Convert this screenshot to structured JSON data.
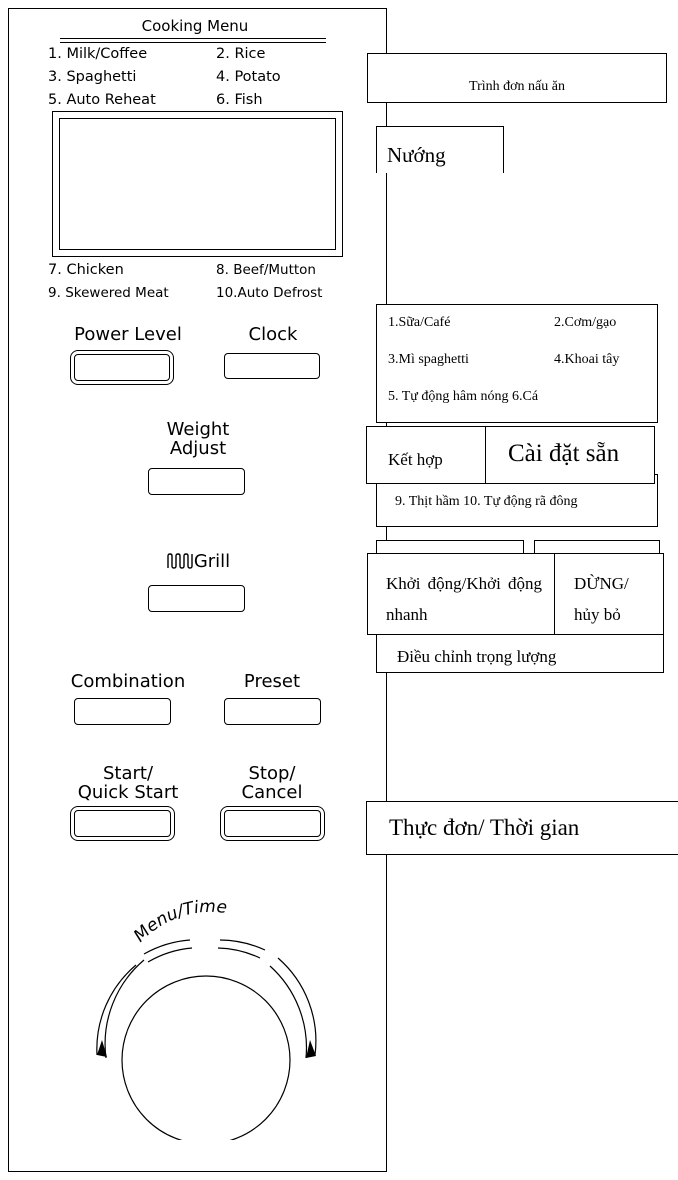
{
  "panel": {
    "menu_title": "Cooking Menu",
    "menu_items_top": [
      {
        "num": "1.",
        "label": "Milk/Coffee"
      },
      {
        "num": "2.",
        "label": "Rice"
      },
      {
        "num": "3.",
        "label": "Spaghetti"
      },
      {
        "num": "4.",
        "label": "Potato"
      },
      {
        "num": "5.",
        "label": "Auto Reheat"
      },
      {
        "num": "6.",
        "label": "Fish"
      }
    ],
    "menu_items_bottom": [
      {
        "num": "7.",
        "label": "Chicken"
      },
      {
        "num": "8.",
        "label": "Beef/Mutton"
      },
      {
        "num": "9.",
        "label": "Skewered Meat"
      },
      {
        "num": "10.",
        "label": "Auto Defrost"
      }
    ],
    "buttons": {
      "power_level": "Power Level",
      "clock": "Clock",
      "weight_adjust_line1": "Weight",
      "weight_adjust_line2": "Adjust",
      "grill": "Grill",
      "combination": "Combination",
      "preset": "Preset",
      "start_line1": "Start/",
      "start_line2": "Quick Start",
      "stop_line1": "Stop/",
      "stop_line2": "Cancel"
    },
    "dial_label": "Menu/Time"
  },
  "translations": {
    "cooking_menu": "Trình đơn nấu ăn",
    "grill": "Nướng",
    "menu_row1_a": "1.Sữa/Café",
    "menu_row1_b": "2.Cơm/gạo",
    "menu_row2_a": "3.Mì spaghetti",
    "menu_row2_b": "4.Khoai tây",
    "menu_row3": "5. Tự động hâm nóng 6.Cá",
    "combination": "Kết hợp",
    "preset": "Cài đặt sẵn",
    "menu_row_bottom": "9. Thịt hầm 10. Tự động rã đông",
    "start": "Khởi động/Khởi động nhanh",
    "stop": "DỪNG/ hủy bỏ",
    "weight_adjust": "Điều chỉnh trọng lượng",
    "menu_time": "Thực đơn/ Thời gian"
  }
}
